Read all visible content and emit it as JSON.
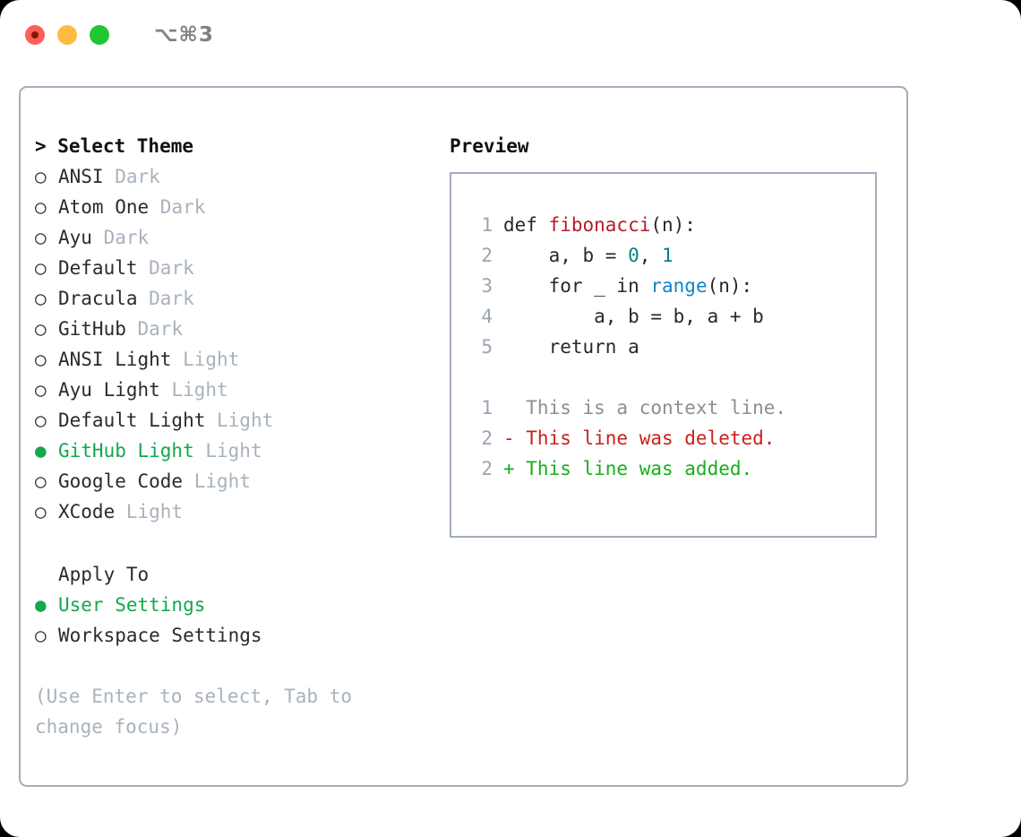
{
  "titlebar": {
    "shortcut": "⌥⌘3",
    "lights": [
      "close-red",
      "minimize-yellow",
      "zoom-green"
    ]
  },
  "theme_picker": {
    "header": "> Select Theme",
    "marker_unselected": "○",
    "marker_selected": "●",
    "items": [
      {
        "name": "ANSI",
        "tag": "Dark",
        "selected": false
      },
      {
        "name": "Atom One",
        "tag": "Dark",
        "selected": false
      },
      {
        "name": "Ayu",
        "tag": "Dark",
        "selected": false
      },
      {
        "name": "Default",
        "tag": "Dark",
        "selected": false
      },
      {
        "name": "Dracula",
        "tag": "Dark",
        "selected": false
      },
      {
        "name": "GitHub",
        "tag": "Dark",
        "selected": false
      },
      {
        "name": "ANSI Light",
        "tag": "Light",
        "selected": false
      },
      {
        "name": "Ayu Light",
        "tag": "Light",
        "selected": false
      },
      {
        "name": "Default Light",
        "tag": "Light",
        "selected": false
      },
      {
        "name": "GitHub Light",
        "tag": "Light",
        "selected": true
      },
      {
        "name": "Google Code",
        "tag": "Light",
        "selected": false
      },
      {
        "name": "XCode",
        "tag": "Light",
        "selected": false
      }
    ]
  },
  "apply_to": {
    "header": "Apply To",
    "items": [
      {
        "name": "User Settings",
        "selected": true
      },
      {
        "name": "Workspace Settings",
        "selected": false
      }
    ]
  },
  "hint": "(Use Enter to select, Tab to change focus)",
  "preview": {
    "title": "Preview",
    "code_lines": [
      {
        "num": "1",
        "tokens": [
          {
            "text": "def ",
            "style": "plain"
          },
          {
            "text": "fibonacci",
            "style": "fn"
          },
          {
            "text": "(n):",
            "style": "plain"
          }
        ]
      },
      {
        "num": "2",
        "tokens": [
          {
            "text": "    a, b = ",
            "style": "plain"
          },
          {
            "text": "0",
            "style": "num"
          },
          {
            "text": ", ",
            "style": "plain"
          },
          {
            "text": "1",
            "style": "num"
          }
        ]
      },
      {
        "num": "3",
        "tokens": [
          {
            "text": "    for _ in ",
            "style": "plain"
          },
          {
            "text": "range",
            "style": "call"
          },
          {
            "text": "(n):",
            "style": "plain"
          }
        ]
      },
      {
        "num": "4",
        "tokens": [
          {
            "text": "        a, b = b, a + b",
            "style": "plain"
          }
        ]
      },
      {
        "num": "5",
        "tokens": [
          {
            "text": "    return a",
            "style": "plain"
          }
        ]
      }
    ],
    "diff_lines": [
      {
        "num": "1",
        "sign": " ",
        "text": " This is a context line.",
        "kind": "context"
      },
      {
        "num": "2",
        "sign": "-",
        "text": " This line was deleted.",
        "kind": "deleted"
      },
      {
        "num": "2",
        "sign": "+",
        "text": " This line was added.",
        "kind": "added"
      }
    ]
  },
  "colors": {
    "accent_green": "#12a84c",
    "border": "#a3adbb",
    "muted": "#a8b2bd",
    "diff_add": "#15b01a",
    "diff_del": "#cc1f1a",
    "token_fn": "#b31d28",
    "token_num": "#0b8080",
    "token_call": "#1184c8"
  }
}
